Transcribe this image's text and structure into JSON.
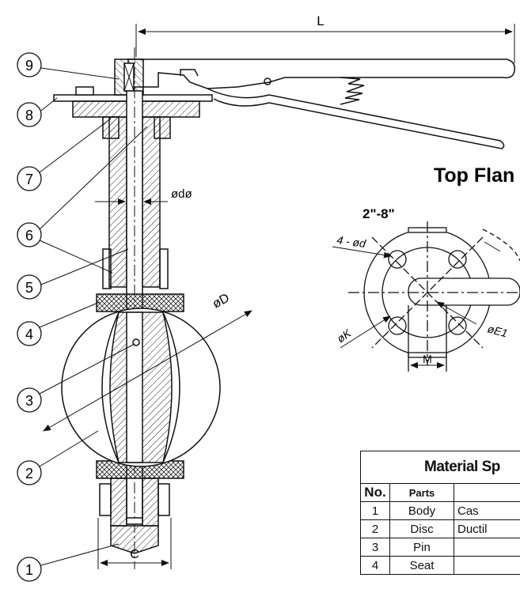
{
  "dimensions": {
    "L": "L",
    "stem_dia": "ødø",
    "disc_dia": "øD",
    "C": "C",
    "bolt_holes": "4 - ød",
    "K": "øK",
    "E1": "øE1",
    "M": "M"
  },
  "callouts": [
    "1",
    "2",
    "3",
    "4",
    "5",
    "6",
    "7",
    "8",
    "9"
  ],
  "top_flange": {
    "title": "Top Flan",
    "size_range": "2\"-8\""
  },
  "material_table": {
    "title": "Material Sp",
    "headers": [
      "No.",
      "Parts",
      ""
    ],
    "rows": [
      [
        "1",
        "Body",
        "Cas"
      ],
      [
        "2",
        "Disc",
        "Ductil"
      ],
      [
        "3",
        "Pin",
        ""
      ],
      [
        "4",
        "Seat",
        ""
      ]
    ]
  }
}
